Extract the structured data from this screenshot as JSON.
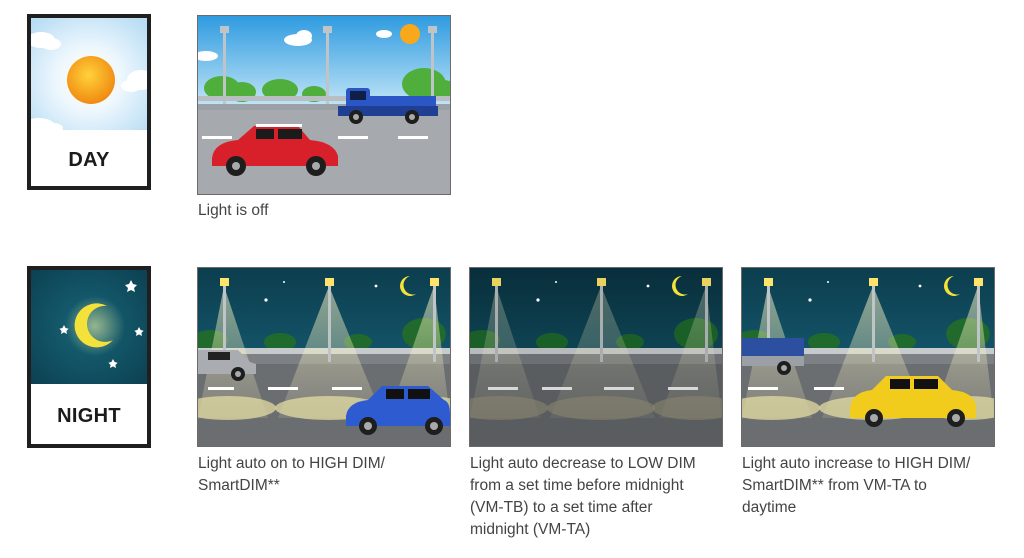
{
  "day": {
    "badge_label": "DAY",
    "caption": "Light is off"
  },
  "night": {
    "badge_label": "NIGHT",
    "scenes": [
      {
        "caption": "Light auto on to HIGH DIM/\nSmartDIM**"
      },
      {
        "caption": "Light auto decrease to LOW DIM\nfrom a set time before midnight\n(VM-TB) to a set time after\nmidnight (VM-TA)"
      },
      {
        "caption": "Light auto increase to HIGH DIM/\nSmartDIM** from VM-TA to\ndaytime"
      }
    ]
  },
  "colors": {
    "day_sky": "#cfe8f7",
    "night_sky": "#0e4a5c",
    "sun": "#f7a81b",
    "moon": "#f4e23a",
    "red_car": "#d8202a",
    "blue_truck": "#2a56c6",
    "blue_car": "#2e5bd0",
    "yellow_car": "#f2cc1d"
  },
  "icons": [
    "sun-icon",
    "moon-icon",
    "star-icon",
    "streetlight-icon",
    "car-icon",
    "truck-icon",
    "cloud-icon",
    "tree-icon"
  ]
}
